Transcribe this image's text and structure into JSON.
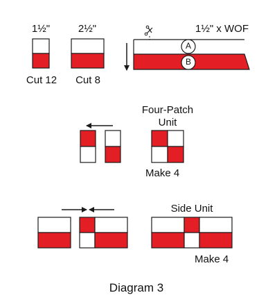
{
  "colors": {
    "red": "#e31e24",
    "white": "#ffffff",
    "stroke": "#1a1a1a"
  },
  "labels": {
    "width_a": "1½\"",
    "width_b": "2½\"",
    "strip_size": "1½\" x WOF",
    "cut_a": "Cut 12",
    "cut_b": "Cut 8",
    "strip_letter_a": "A",
    "strip_letter_b": "B",
    "four_patch_title": "Four-Patch Unit",
    "make_four_patch": "Make 4",
    "side_unit_title": "Side Unit",
    "make_side": "Make 4",
    "caption": "Diagram 3"
  },
  "icons": [
    "scissors-icon",
    "down-arrow-icon",
    "left-arrow-icon",
    "converging-arrows-icon"
  ]
}
